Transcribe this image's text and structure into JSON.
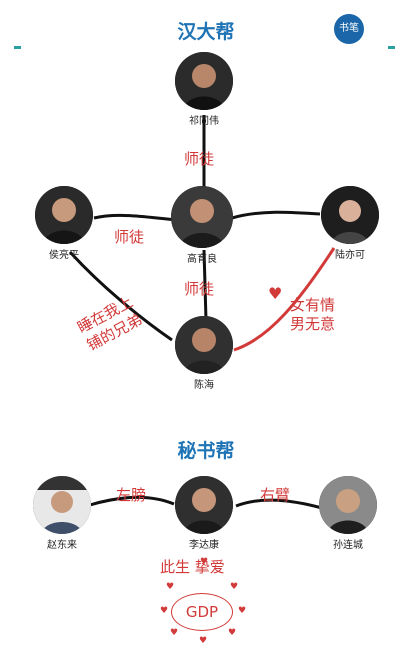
{
  "header": {
    "group1_title": "汉大帮",
    "group2_title": "秘书帮",
    "logo_text": "书笔"
  },
  "people": {
    "qi": "祁同伟",
    "gao": "高育良",
    "hou": "侯亮平",
    "lu": "陆亦可",
    "chen": "陈海",
    "zhao": "赵东来",
    "li": "李达康",
    "sun": "孙连城"
  },
  "relations": {
    "qi_gao": "师徒",
    "hou_gao": "师徒",
    "gao_chen": "师徒",
    "hou_chen_line1": "睡在我上",
    "hou_chen_line2": "铺的兄弟",
    "lu_chen_line1": "女有情",
    "lu_chen_line2": "男无意",
    "zhao_li": "左膀",
    "li_sun": "右臂",
    "li_gdp": "此生    挚爱",
    "gdp": "GDP"
  },
  "colors": {
    "title": "#1f74b6",
    "relation": "#d23a3a",
    "line": "#111111"
  }
}
